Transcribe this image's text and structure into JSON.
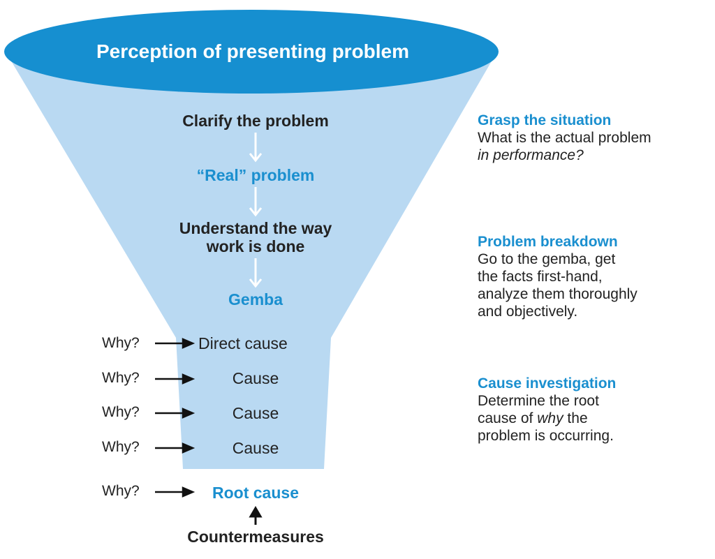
{
  "funnel": {
    "top_label": "Perception of presenting problem",
    "steps": [
      "Clarify the problem",
      "“Real” problem",
      "Understand the way\nwork is done",
      "Gemba"
    ],
    "why_label": "Why?",
    "causes": [
      "Direct cause",
      "Cause",
      "Cause",
      "Cause"
    ],
    "root_cause": "Root cause",
    "countermeasures": "Countermeasures"
  },
  "sidebar": {
    "sections": [
      {
        "heading": "Grasp the situation",
        "body_lines": [
          "What is the actual problem",
          "in performance?"
        ]
      },
      {
        "heading": "Problem breakdown",
        "body_lines": [
          "Go to the gemba, get",
          "the facts first-hand,",
          "analyze them thoroughly",
          "and objectively."
        ]
      },
      {
        "heading": "Cause investigation",
        "body_lines": [
          "Determine the root",
          "cause of why the",
          "problem is occurring."
        ]
      }
    ]
  },
  "colors": {
    "funnel_fill": "#b9d9f2",
    "ellipse_fill": "#168fd0",
    "accent_text": "#1a8fcf",
    "dark_text": "#222222"
  }
}
